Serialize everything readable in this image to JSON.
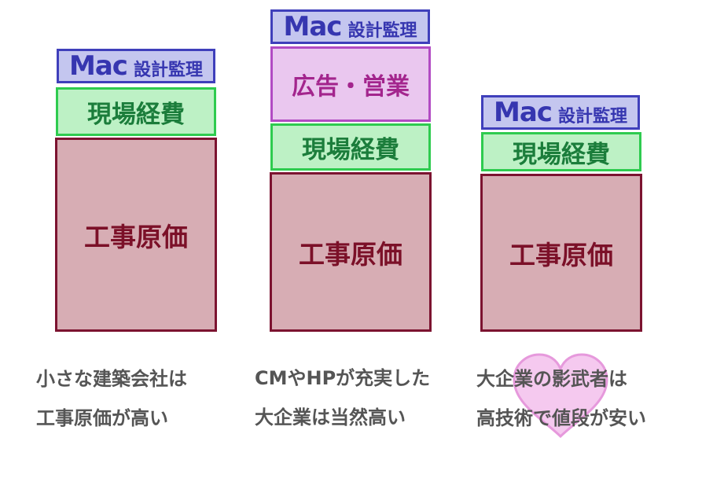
{
  "columns": [
    {
      "mac": {
        "big": "Mac",
        "small": "設計監理"
      },
      "genba": "現場経費",
      "koji": "工事原価",
      "caption": [
        "小さな建築会社は",
        "工事原価が高い"
      ]
    },
    {
      "mac": {
        "big": "Mac",
        "small": "設計監理"
      },
      "ad": "広告・営業",
      "genba": "現場経費",
      "koji": "工事原価",
      "caption": [
        "CMやHPが充実した",
        "大企業は当然高い"
      ]
    },
    {
      "mac": {
        "big": "Mac",
        "small": "設計監理"
      },
      "genba": "現場経費",
      "koji": "工事原価",
      "caption": [
        "大企業の影武者は",
        "高技術で値段が安い"
      ]
    }
  ],
  "colors": {
    "mac_fill": "#c4c6ef",
    "mac_border": "#3f3fbb",
    "genba_fill": "#bdf1c5",
    "genba_border": "#2ecb4f",
    "koji_fill": "#d7adb4",
    "koji_border": "#7c1330",
    "ad_fill": "#eac7ef",
    "ad_border": "#b24bc3",
    "heart_fill": "#f4c4ee",
    "heart_stroke": "#e48fd9"
  }
}
